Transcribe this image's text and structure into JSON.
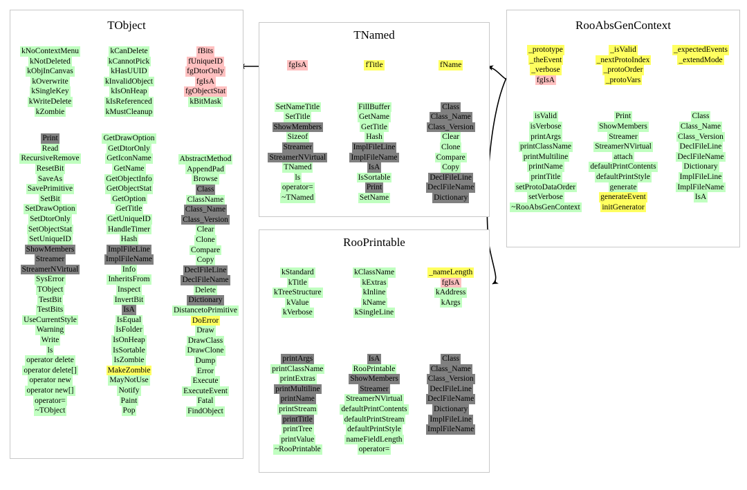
{
  "diagram": {
    "kind": "class-inheritance-diagram",
    "legend_colors": {
      "public": "#c0ffc0",
      "protected": "#ffff60",
      "private": "#ffc0c0",
      "inherited_static": "#808080",
      "box_border": "#c8c8c8",
      "background": "#ffffff",
      "arrow": "#000000"
    }
  },
  "boxes": {
    "tobject": {
      "title": "TObject",
      "attribute_columns": [
        [
          {
            "t": "kNoContextMenu",
            "c": "green"
          },
          {
            "t": "kNotDeleted",
            "c": "green"
          },
          {
            "t": "kObjInCanvas",
            "c": "green"
          },
          {
            "t": "kOverwrite",
            "c": "green"
          },
          {
            "t": "kSingleKey",
            "c": "green"
          },
          {
            "t": "kWriteDelete",
            "c": "green"
          },
          {
            "t": "kZombie",
            "c": "green"
          }
        ],
        [
          {
            "t": "kCanDelete",
            "c": "green"
          },
          {
            "t": "kCannotPick",
            "c": "green"
          },
          {
            "t": "kHasUUID",
            "c": "green"
          },
          {
            "t": "kInvalidObject",
            "c": "green"
          },
          {
            "t": "kIsOnHeap",
            "c": "green"
          },
          {
            "t": "kIsReferenced",
            "c": "green"
          },
          {
            "t": "kMustCleanup",
            "c": "green"
          }
        ],
        [
          {
            "t": "fBits",
            "c": "pink"
          },
          {
            "t": "fUniqueID",
            "c": "pink"
          },
          {
            "t": "fgDtorOnly",
            "c": "pink"
          },
          {
            "t": "fgIsA",
            "c": "pink"
          },
          {
            "t": "fgObjectStat",
            "c": "pink"
          },
          {
            "t": "kBitMask",
            "c": "green"
          }
        ]
      ],
      "method_columns": [
        [
          {
            "t": "Print",
            "c": "gray"
          },
          {
            "t": "Read",
            "c": "green"
          },
          {
            "t": "RecursiveRemove",
            "c": "green"
          },
          {
            "t": "ResetBit",
            "c": "green"
          },
          {
            "t": "SaveAs",
            "c": "green"
          },
          {
            "t": "SavePrimitive",
            "c": "green"
          },
          {
            "t": "SetBit",
            "c": "green"
          },
          {
            "t": "SetDrawOption",
            "c": "green"
          },
          {
            "t": "SetDtorOnly",
            "c": "green"
          },
          {
            "t": "SetObjectStat",
            "c": "green"
          },
          {
            "t": "SetUniqueID",
            "c": "green"
          },
          {
            "t": "ShowMembers",
            "c": "gray"
          },
          {
            "t": "Streamer",
            "c": "gray"
          },
          {
            "t": "StreamerNVirtual",
            "c": "gray"
          },
          {
            "t": "SysError",
            "c": "green"
          },
          {
            "t": "TObject",
            "c": "green"
          },
          {
            "t": "TestBit",
            "c": "green"
          },
          {
            "t": "TestBits",
            "c": "green"
          },
          {
            "t": "UseCurrentStyle",
            "c": "green"
          },
          {
            "t": "Warning",
            "c": "green"
          },
          {
            "t": "Write",
            "c": "green"
          },
          {
            "t": "ls",
            "c": "green"
          },
          {
            "t": "operator delete",
            "c": "green"
          },
          {
            "t": "operator delete[]",
            "c": "green"
          },
          {
            "t": "operator new",
            "c": "green"
          },
          {
            "t": "operator new[]",
            "c": "green"
          },
          {
            "t": "operator=",
            "c": "green"
          },
          {
            "t": "~TObject",
            "c": "green"
          }
        ],
        [
          {
            "t": "GetDrawOption",
            "c": "green"
          },
          {
            "t": "GetDtorOnly",
            "c": "green"
          },
          {
            "t": "GetIconName",
            "c": "green"
          },
          {
            "t": "GetName",
            "c": "green"
          },
          {
            "t": "GetObjectInfo",
            "c": "green"
          },
          {
            "t": "GetObjectStat",
            "c": "green"
          },
          {
            "t": "GetOption",
            "c": "green"
          },
          {
            "t": "GetTitle",
            "c": "green"
          },
          {
            "t": "GetUniqueID",
            "c": "green"
          },
          {
            "t": "HandleTimer",
            "c": "green"
          },
          {
            "t": "Hash",
            "c": "green"
          },
          {
            "t": "ImplFileLine",
            "c": "gray"
          },
          {
            "t": "ImplFileName",
            "c": "gray"
          },
          {
            "t": "Info",
            "c": "green"
          },
          {
            "t": "InheritsFrom",
            "c": "green"
          },
          {
            "t": "Inspect",
            "c": "green"
          },
          {
            "t": "InvertBit",
            "c": "green"
          },
          {
            "t": "IsA",
            "c": "gray"
          },
          {
            "t": "IsEqual",
            "c": "green"
          },
          {
            "t": "IsFolder",
            "c": "green"
          },
          {
            "t": "IsOnHeap",
            "c": "green"
          },
          {
            "t": "IsSortable",
            "c": "green"
          },
          {
            "t": "IsZombie",
            "c": "green"
          },
          {
            "t": "MakeZombie",
            "c": "yellow"
          },
          {
            "t": "MayNotUse",
            "c": "green"
          },
          {
            "t": "Notify",
            "c": "green"
          },
          {
            "t": "Paint",
            "c": "green"
          },
          {
            "t": "Pop",
            "c": "green"
          }
        ],
        [
          {
            "t": "AbstractMethod",
            "c": "green"
          },
          {
            "t": "AppendPad",
            "c": "green"
          },
          {
            "t": "Browse",
            "c": "green"
          },
          {
            "t": "Class",
            "c": "gray"
          },
          {
            "t": "ClassName",
            "c": "green"
          },
          {
            "t": "Class_Name",
            "c": "gray"
          },
          {
            "t": "Class_Version",
            "c": "gray"
          },
          {
            "t": "Clear",
            "c": "green"
          },
          {
            "t": "Clone",
            "c": "green"
          },
          {
            "t": "Compare",
            "c": "green"
          },
          {
            "t": "Copy",
            "c": "green"
          },
          {
            "t": "DeclFileLine",
            "c": "gray"
          },
          {
            "t": "DeclFileName",
            "c": "gray"
          },
          {
            "t": "Delete",
            "c": "green"
          },
          {
            "t": "Dictionary",
            "c": "gray"
          },
          {
            "t": "DistancetoPrimitive",
            "c": "green"
          },
          {
            "t": "DoError",
            "c": "yellow"
          },
          {
            "t": "Draw",
            "c": "green"
          },
          {
            "t": "DrawClass",
            "c": "green"
          },
          {
            "t": "DrawClone",
            "c": "green"
          },
          {
            "t": "Dump",
            "c": "green"
          },
          {
            "t": "Error",
            "c": "green"
          },
          {
            "t": "Execute",
            "c": "green"
          },
          {
            "t": "ExecuteEvent",
            "c": "green"
          },
          {
            "t": "Fatal",
            "c": "green"
          },
          {
            "t": "FindObject",
            "c": "green"
          }
        ]
      ]
    },
    "tnamed": {
      "title": "TNamed",
      "attribute_columns": [
        [
          {
            "t": "fgIsA",
            "c": "pink"
          }
        ],
        [
          {
            "t": "fTitle",
            "c": "yellow"
          }
        ],
        [
          {
            "t": "fName",
            "c": "yellow"
          }
        ]
      ],
      "method_columns": [
        [
          {
            "t": "SetNameTitle",
            "c": "green"
          },
          {
            "t": "SetTitle",
            "c": "green"
          },
          {
            "t": "ShowMembers",
            "c": "gray"
          },
          {
            "t": "Sizeof",
            "c": "green"
          },
          {
            "t": "Streamer",
            "c": "gray"
          },
          {
            "t": "StreamerNVirtual",
            "c": "gray"
          },
          {
            "t": "TNamed",
            "c": "green"
          },
          {
            "t": "ls",
            "c": "green"
          },
          {
            "t": "operator=",
            "c": "green"
          },
          {
            "t": "~TNamed",
            "c": "green"
          }
        ],
        [
          {
            "t": "FillBuffer",
            "c": "green"
          },
          {
            "t": "GetName",
            "c": "green"
          },
          {
            "t": "GetTitle",
            "c": "green"
          },
          {
            "t": "Hash",
            "c": "green"
          },
          {
            "t": "ImplFileLine",
            "c": "gray"
          },
          {
            "t": "ImplFileName",
            "c": "gray"
          },
          {
            "t": "IsA",
            "c": "gray"
          },
          {
            "t": "IsSortable",
            "c": "green"
          },
          {
            "t": "Print",
            "c": "gray"
          },
          {
            "t": "SetName",
            "c": "green"
          }
        ],
        [
          {
            "t": "Class",
            "c": "gray"
          },
          {
            "t": "Class_Name",
            "c": "gray"
          },
          {
            "t": "Class_Version",
            "c": "gray"
          },
          {
            "t": "Clear",
            "c": "green"
          },
          {
            "t": "Clone",
            "c": "green"
          },
          {
            "t": "Compare",
            "c": "green"
          },
          {
            "t": "Copy",
            "c": "green"
          },
          {
            "t": "DeclFileLine",
            "c": "gray"
          },
          {
            "t": "DeclFileName",
            "c": "gray"
          },
          {
            "t": "Dictionary",
            "c": "gray"
          }
        ]
      ]
    },
    "rooprintable": {
      "title": "RooPrintable",
      "attribute_columns": [
        [
          {
            "t": "kStandard",
            "c": "green"
          },
          {
            "t": "kTitle",
            "c": "green"
          },
          {
            "t": "kTreeStructure",
            "c": "green"
          },
          {
            "t": "kValue",
            "c": "green"
          },
          {
            "t": "kVerbose",
            "c": "green"
          }
        ],
        [
          {
            "t": "kClassName",
            "c": "green"
          },
          {
            "t": "kExtras",
            "c": "green"
          },
          {
            "t": "kInline",
            "c": "green"
          },
          {
            "t": "kName",
            "c": "green"
          },
          {
            "t": "kSingleLine",
            "c": "green"
          }
        ],
        [
          {
            "t": "_nameLength",
            "c": "yellow"
          },
          {
            "t": "fgIsA",
            "c": "pink"
          },
          {
            "t": "kAddress",
            "c": "green"
          },
          {
            "t": "kArgs",
            "c": "green"
          }
        ]
      ],
      "method_columns": [
        [
          {
            "t": "printArgs",
            "c": "gray"
          },
          {
            "t": "printClassName",
            "c": "green"
          },
          {
            "t": "printExtras",
            "c": "green"
          },
          {
            "t": "printMultiline",
            "c": "gray"
          },
          {
            "t": "printName",
            "c": "gray"
          },
          {
            "t": "printStream",
            "c": "green"
          },
          {
            "t": "printTitle",
            "c": "gray"
          },
          {
            "t": "printTree",
            "c": "green"
          },
          {
            "t": "printValue",
            "c": "green"
          },
          {
            "t": "~RooPrintable",
            "c": "green"
          }
        ],
        [
          {
            "t": "IsA",
            "c": "gray"
          },
          {
            "t": "RooPrintable",
            "c": "green"
          },
          {
            "t": "ShowMembers",
            "c": "gray"
          },
          {
            "t": "Streamer",
            "c": "gray"
          },
          {
            "t": "StreamerNVirtual",
            "c": "green"
          },
          {
            "t": "defaultPrintContents",
            "c": "green"
          },
          {
            "t": "defaultPrintStream",
            "c": "green"
          },
          {
            "t": "defaultPrintStyle",
            "c": "green"
          },
          {
            "t": "nameFieldLength",
            "c": "green"
          },
          {
            "t": "operator=",
            "c": "green"
          }
        ],
        [
          {
            "t": "Class",
            "c": "gray"
          },
          {
            "t": "Class_Name",
            "c": "gray"
          },
          {
            "t": "Class_Version",
            "c": "gray"
          },
          {
            "t": "DeclFileLine",
            "c": "gray"
          },
          {
            "t": "DeclFileName",
            "c": "gray"
          },
          {
            "t": "Dictionary",
            "c": "gray"
          },
          {
            "t": "ImplFileLine",
            "c": "gray"
          },
          {
            "t": "ImplFileName",
            "c": "gray"
          }
        ]
      ]
    },
    "rooabsgencontext": {
      "title": "RooAbsGenContext",
      "attribute_columns": [
        [
          {
            "t": "_prototype",
            "c": "yellow"
          },
          {
            "t": "_theEvent",
            "c": "yellow"
          },
          {
            "t": "_verbose",
            "c": "yellow"
          },
          {
            "t": "fgIsA",
            "c": "pink"
          }
        ],
        [
          {
            "t": "_isValid",
            "c": "yellow"
          },
          {
            "t": "_nextProtoIndex",
            "c": "yellow"
          },
          {
            "t": "_protoOrder",
            "c": "yellow"
          },
          {
            "t": "_protoVars",
            "c": "yellow"
          }
        ],
        [
          {
            "t": "_expectedEvents",
            "c": "yellow"
          },
          {
            "t": "_extendMode",
            "c": "yellow"
          }
        ]
      ],
      "method_columns": [
        [
          {
            "t": "isValid",
            "c": "green"
          },
          {
            "t": "isVerbose",
            "c": "green"
          },
          {
            "t": "printArgs",
            "c": "green"
          },
          {
            "t": "printClassName",
            "c": "green"
          },
          {
            "t": "printMultiline",
            "c": "green"
          },
          {
            "t": "printName",
            "c": "green"
          },
          {
            "t": "printTitle",
            "c": "green"
          },
          {
            "t": "setProtoDataOrder",
            "c": "green"
          },
          {
            "t": "setVerbose",
            "c": "green"
          },
          {
            "t": "~RooAbsGenContext",
            "c": "green"
          }
        ],
        [
          {
            "t": "Print",
            "c": "green"
          },
          {
            "t": "ShowMembers",
            "c": "green"
          },
          {
            "t": "Streamer",
            "c": "green"
          },
          {
            "t": "StreamerNVirtual",
            "c": "green"
          },
          {
            "t": "attach",
            "c": "green"
          },
          {
            "t": "defaultPrintContents",
            "c": "green"
          },
          {
            "t": "defaultPrintStyle",
            "c": "green"
          },
          {
            "t": "generate",
            "c": "green"
          },
          {
            "t": "generateEvent",
            "c": "yellow"
          },
          {
            "t": "initGenerator",
            "c": "yellow"
          }
        ],
        [
          {
            "t": "Class",
            "c": "green"
          },
          {
            "t": "Class_Name",
            "c": "green"
          },
          {
            "t": "Class_Version",
            "c": "green"
          },
          {
            "t": "DeclFileLine",
            "c": "green"
          },
          {
            "t": "DeclFileName",
            "c": "green"
          },
          {
            "t": "Dictionary",
            "c": "green"
          },
          {
            "t": "ImplFileLine",
            "c": "green"
          },
          {
            "t": "ImplFileName",
            "c": "green"
          },
          {
            "t": "IsA",
            "c": "green"
          }
        ]
      ]
    }
  },
  "arrows": [
    {
      "name": "tnamed-to-tobject",
      "from": "tnamed",
      "to": "tobject",
      "style": "straight"
    },
    {
      "name": "rooabsgencontext-to-tnamed",
      "from": "rooabsgencontext",
      "to": "tnamed",
      "style": "curved"
    },
    {
      "name": "rooabsgencontext-to-rooprintable",
      "from": "rooabsgencontext",
      "to": "rooprintable",
      "style": "curved"
    }
  ]
}
